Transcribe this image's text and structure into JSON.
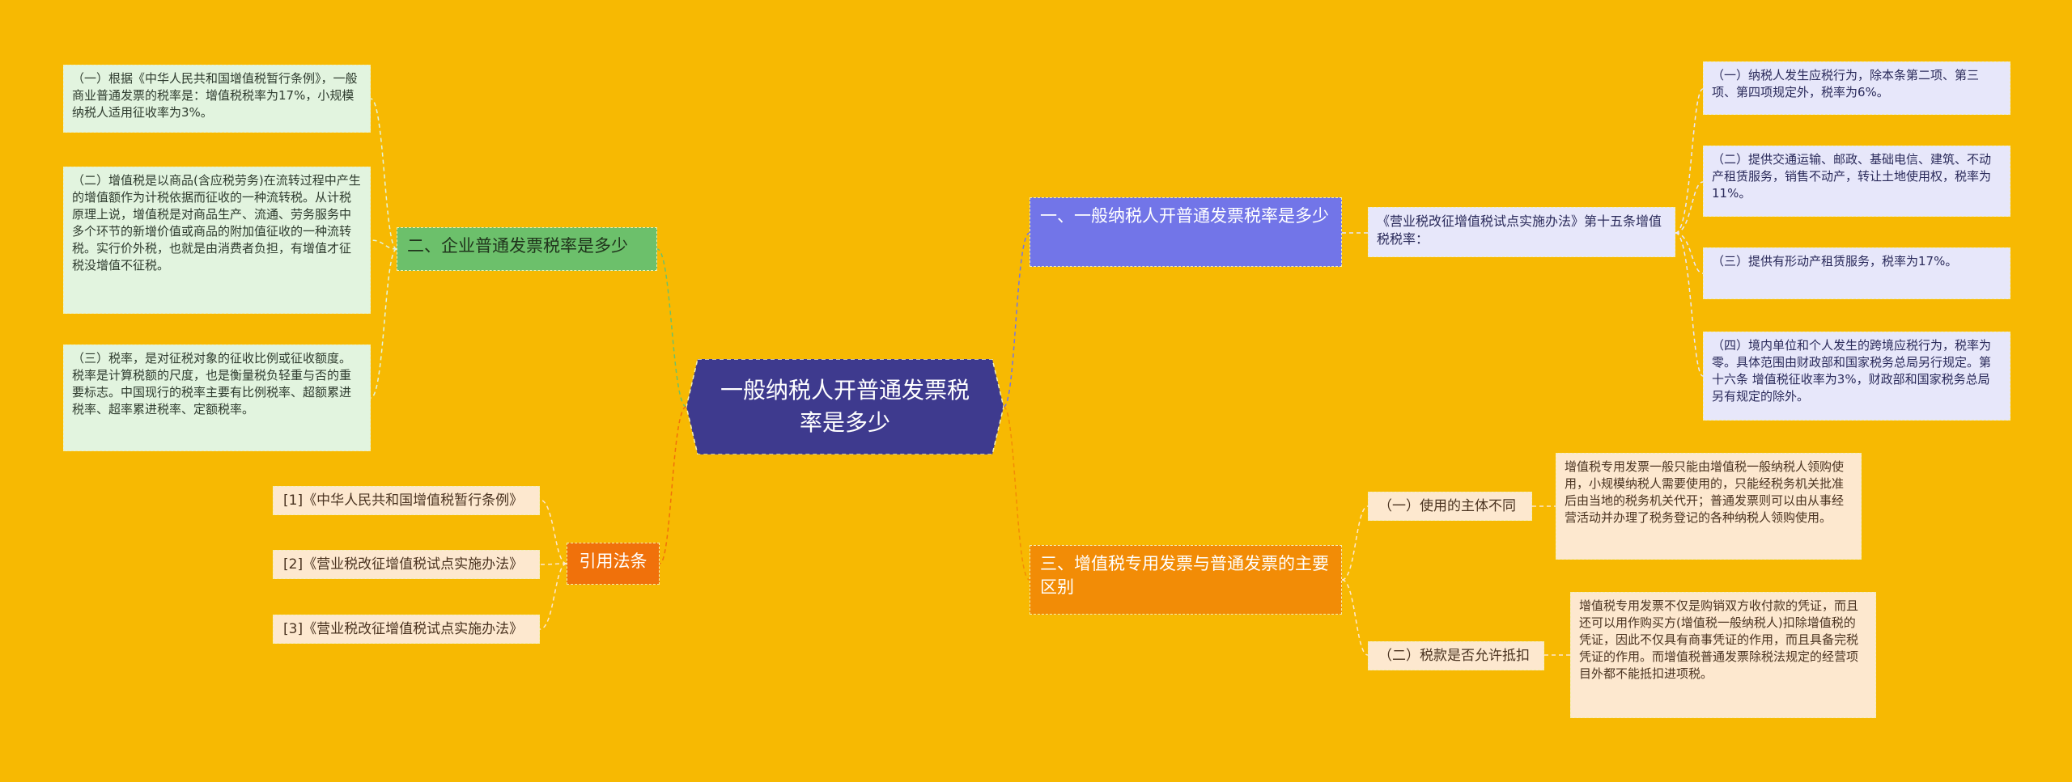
{
  "central": "一般纳税人开普通发票税率是多少",
  "branches": {
    "b2": {
      "label": "二、企业普通发票税率是多少",
      "leaves": [
        "（一）根据《中华人民共和国增值税暂行条例》，一般商业普通发票的税率是：增值税税率为17%，小规模纳税人适用征收率为3%。",
        "（二）增值税是以商品(含应税劳务)在流转过程中产生的增值额作为计税依据而征收的一种流转税。从计税原理上说，增值税是对商品生产、流通、劳务服务中多个环节的新增价值或商品的附加值征收的一种流转税。实行价外税，也就是由消费者负担，有增值才征税没增值不征税。",
        "（三）税率，是对征税对象的征收比例或征收额度。税率是计算税额的尺度，也是衡量税负轻重与否的重要标志。中国现行的税率主要有比例税率、超额累进税率、超率累进税率、定额税率。"
      ]
    },
    "laws": {
      "label": "引用法条",
      "leaves": [
        "[1]《中华人民共和国增值税暂行条例》",
        "[2]《营业税改征增值税试点实施办法》",
        "[3]《营业税改征增值税试点实施办法》"
      ]
    },
    "b1": {
      "label": "一、一般纳税人开普通发票税率是多少",
      "sub": "《营业税改征增值税试点实施办法》第十五条增值税税率：",
      "leaves": [
        "（一）纳税人发生应税行为，除本条第二项、第三项、第四项规定外，税率为6%。",
        "（二）提供交通运输、邮政、基础电信、建筑、不动产租赁服务，销售不动产，转让土地使用权，税率为11%。",
        "（三）提供有形动产租赁服务，税率为17%。",
        "（四）境内单位和个人发生的跨境应税行为，税率为零。具体范围由财政部和国家税务总局另行规定。第十六条 增值税征收率为3%，财政部和国家税务总局另有规定的除外。"
      ]
    },
    "b3": {
      "label": "三、增值税专用发票与普通发票的主要区别",
      "subs": [
        {
          "label": "（一）使用的主体不同",
          "text": "增值税专用发票一般只能由增值税一般纳税人领购使用，小规模纳税人需要使用的，只能经税务机关批准后由当地的税务机关代开；普通发票则可以由从事经营活动并办理了税务登记的各种纳税人领购使用。"
        },
        {
          "label": "（二）税款是否允许抵扣",
          "text": "增值税专用发票不仅是购销双方收付款的凭证，而且还可以用作购买方(增值税一般纳税人)扣除增值税的凭证，因此不仅具有商事凭证的作用，而且具备完税凭证的作用。而增值税普通发票除税法规定的经营项目外都不能抵扣进项税。"
        }
      ]
    }
  },
  "colors": {
    "background": "#f7b902",
    "central": "#3e3a8e",
    "green": "#6cc06b",
    "blue": "#7275e8",
    "orange": "#f28c06",
    "red": "#f0710b"
  }
}
